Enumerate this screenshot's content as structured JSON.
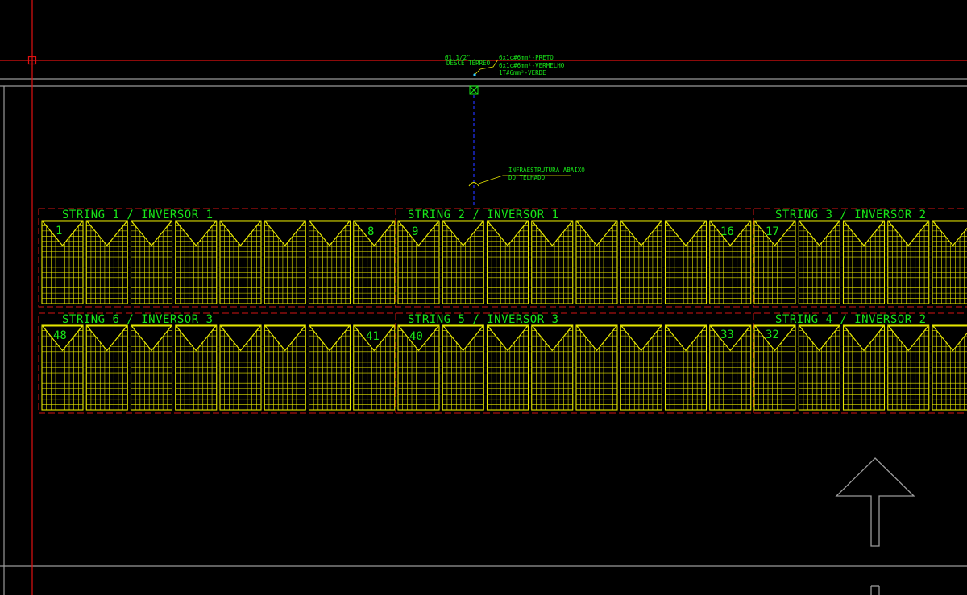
{
  "colors": {
    "background": "#000000",
    "grid_line_red": "#e01010",
    "wall_gray": "#9a9a9a",
    "module_yellow": "#e6e600",
    "text_green": "#19e619",
    "conduit_blue": "#2233ff",
    "dashed_red": "#d21414"
  },
  "conduit_note": {
    "size": "Ø1.1/2\"",
    "desc": "DESCE TÉRREO",
    "cables": [
      "6x1c#6mm²-PRETO",
      "6x1c#6mm²-VERMELHO",
      "1T#6mm²-VERDE"
    ]
  },
  "infra_note": {
    "line1": "INFRAESTRUTURA ABAIXO",
    "line2": "DO TELHADO"
  },
  "strings": {
    "top": [
      {
        "label": "STRING 1 / INVERSOR 1",
        "first": "1",
        "last": "8"
      },
      {
        "label": "STRING 2 / INVERSOR 1",
        "first": "9",
        "last": "16"
      },
      {
        "label": "STRING 3 / INVERSOR 2",
        "first": "17",
        "last": ""
      }
    ],
    "bottom": [
      {
        "label": "STRING 6 / INVERSOR 3",
        "first": "48",
        "last": "41"
      },
      {
        "label": "STRING 5 / INVERSOR 3",
        "first": "40",
        "last": "33"
      },
      {
        "label": "STRING 4 / INVERSOR 2",
        "first": "32",
        "last": ""
      }
    ]
  },
  "icons": {
    "north_arrow": "north-arrow-icon",
    "junction_box": "junction-box-icon"
  }
}
